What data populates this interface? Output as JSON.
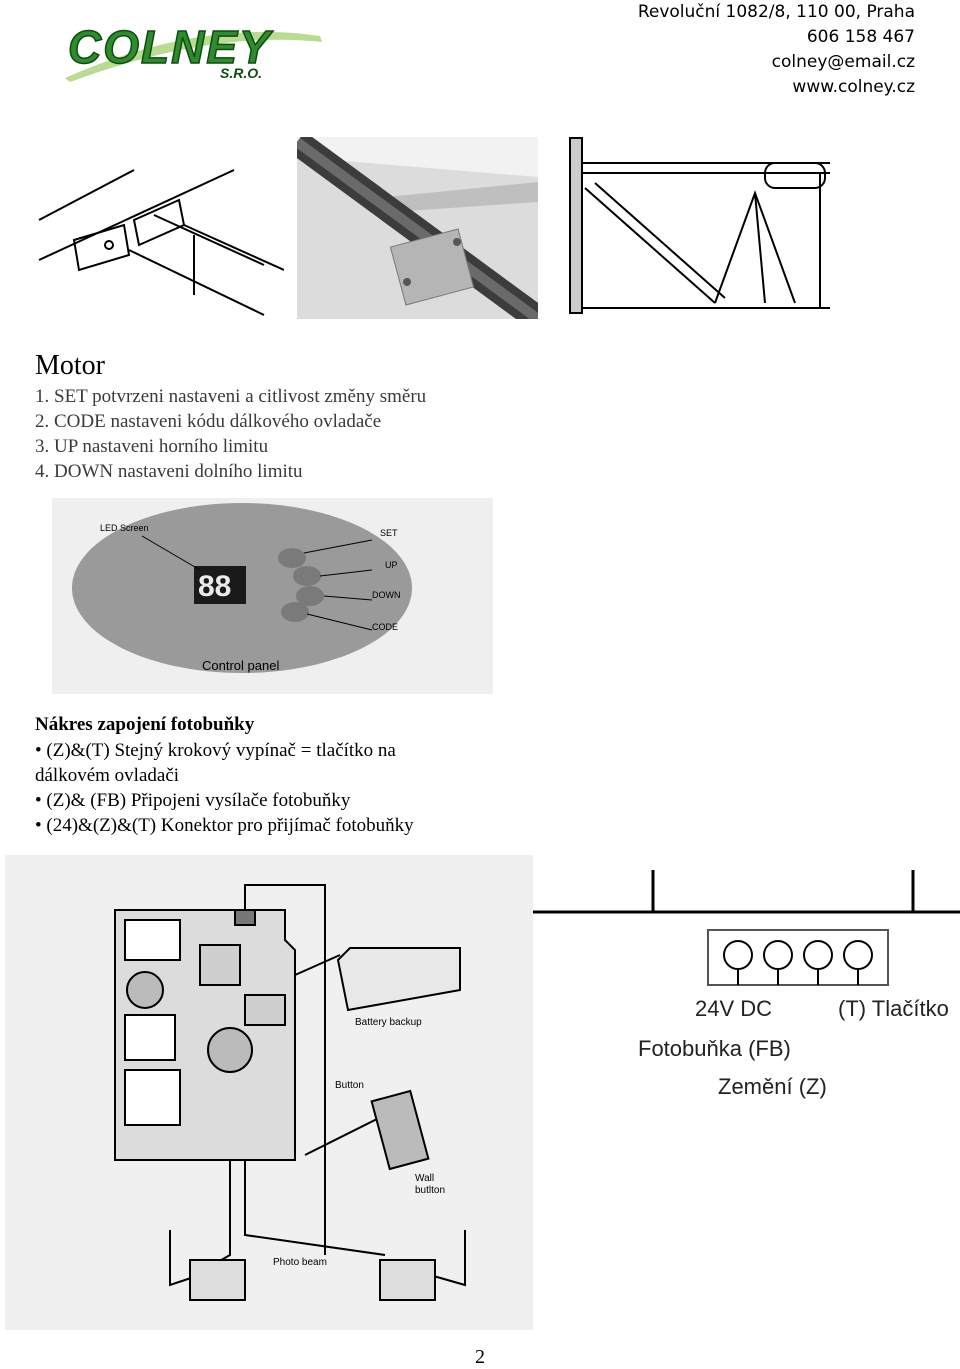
{
  "header": {
    "logo_main": "COLNEY",
    "logo_sub": "S.R.O.",
    "address": "Revoluční 1082/8, 110 00, Praha",
    "phone": "606 158 467",
    "email": "colney@email.cz",
    "web": "www.colney.cz"
  },
  "motor": {
    "title": "Motor",
    "items": [
      "1. SET potvrzeni nastaveni a citlivost změny směru",
      "2. CODE nastaveni kódu dálkového ovladače",
      "3. UP nastaveni horního limitu",
      "4. DOWN nastaveni dolního limitu"
    ]
  },
  "control_panel": {
    "led_label": "LED Screen",
    "display": "88",
    "buttons": [
      "SET",
      "UP",
      "DOWN",
      "CODE"
    ],
    "caption": "Control panel"
  },
  "wiring": {
    "title": "Nákres zapojení fotobuňky",
    "bullets": [
      "(Z)&(T) Stejný krokový vypínač = tlačítko na",
      "dálkovém ovladači",
      "(Z)& (FB) Připojeni vysílače fotobuňky",
      "(24)&(Z)&(T) Konektor pro přijímač fotobuňky"
    ]
  },
  "board_diagram": {
    "battery": "Battery backup",
    "button": "Button",
    "wall_button_1": "Wall",
    "wall_button_2": "butlton",
    "photo_beam": "Photo beam"
  },
  "terminal_diagram": {
    "label_24v": "24V DC",
    "label_t": "(T) Tlačítko",
    "label_fb": "Fotobuňka (FB)",
    "label_z": "Zemění (Z)"
  },
  "page_number": "2"
}
